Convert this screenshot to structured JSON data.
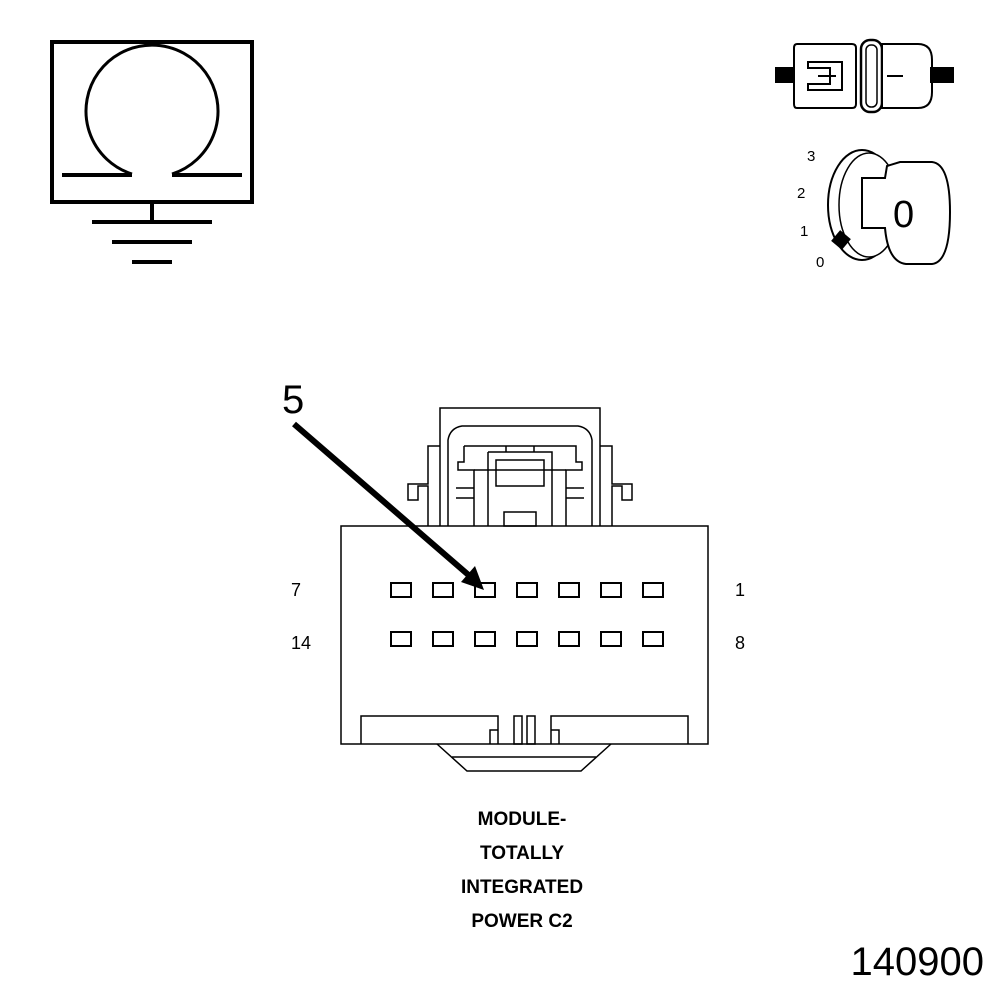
{
  "symbols": {
    "left": "ohmmeter-ground-icon",
    "top_right": "connector-disconnect-icon",
    "key": "ignition-key-icon"
  },
  "ignition": {
    "positions": [
      "3",
      "2",
      "1",
      "0"
    ],
    "key_label": "0"
  },
  "connector": {
    "callout": "5",
    "pin_labels": {
      "top_left": "7",
      "top_right": "1",
      "bottom_left": "14",
      "bottom_right": "8"
    },
    "caption": [
      "MODULE-",
      "TOTALLY",
      "INTEGRATED",
      "POWER C2"
    ]
  },
  "figure_id": "140900"
}
